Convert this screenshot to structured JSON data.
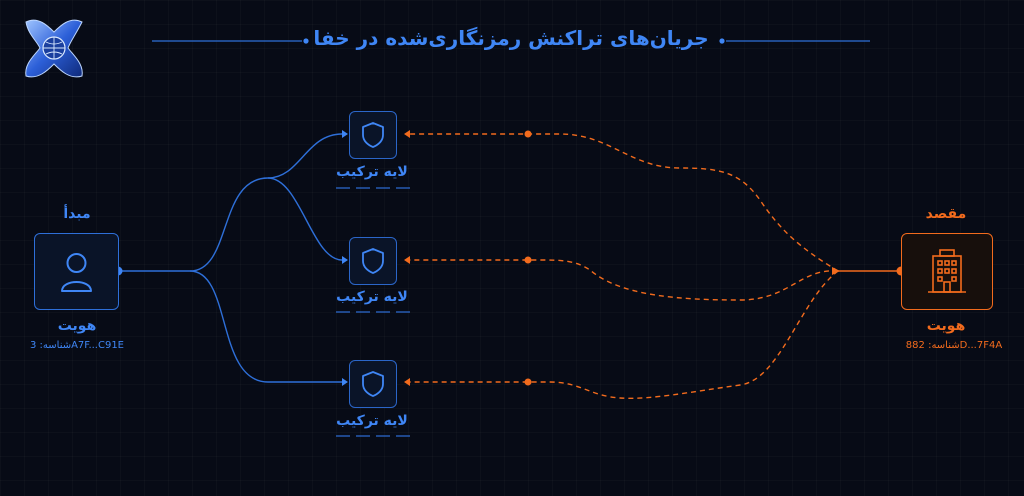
{
  "title": "جریان‌های تراکنش رمزنگاری‌شده در خفا",
  "colors": {
    "background": "#070b16",
    "origin": "#3f86f5",
    "destination": "#f26b1d"
  },
  "origin": {
    "heading": "مبدأ",
    "icon": "user-icon",
    "label": "هویت",
    "id_text": "شناسه: 3A7F...C91E"
  },
  "destination": {
    "heading": "مقصد",
    "icon": "building-icon",
    "label": "هویت",
    "id_text": "شناسه: 882D...7F4A"
  },
  "layers": [
    {
      "label": "لایه ترکیب",
      "icon": "shield-icon"
    },
    {
      "label": "لایه ترکیب",
      "icon": "shield-icon"
    },
    {
      "label": "لایه ترکیب",
      "icon": "shield-icon"
    }
  ],
  "logo": {
    "icon": "globe-logo-icon"
  }
}
